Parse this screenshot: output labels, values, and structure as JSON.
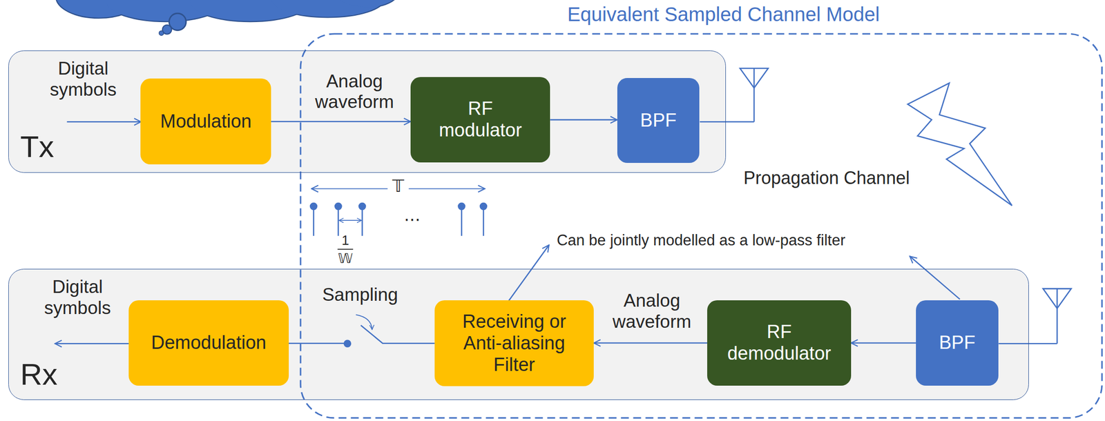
{
  "diagram": {
    "nodes": [
      {
        "text": [
          "Equivalent Sampled Channel Model"
        ]
      },
      {
        "text": [
          "Tx"
        ]
      },
      {
        "text": [
          "Modulation"
        ],
        "in": 1
      },
      {
        "text": [
          "RF modulator"
        ],
        "in": 1
      },
      {
        "text": [
          "BPF"
        ],
        "in": 1
      },
      {
        "text": [
          "Rx"
        ]
      },
      {
        "text": [
          "Demodulation"
        ],
        "in": 5
      },
      {
        "text": [
          "Receiving or Anti-aliasing Filter"
        ],
        "in": 5
      },
      {
        "text": [
          "RF demodulator"
        ],
        "in": 5
      },
      {
        "text": [
          "BPF"
        ],
        "in": 5
      }
    ],
    "edges": [
      {
        "from": 2,
        "to": 3,
        "arrow": "to",
        "label": "Analog waveform"
      },
      {
        "from": 3,
        "to": 4,
        "arrow": "to"
      },
      {
        "from": 9,
        "to": 8,
        "arrow": "to"
      },
      {
        "from": 8,
        "to": 7,
        "arrow": "to",
        "label": "Analog waveform"
      },
      {
        "from": 7,
        "to": 6,
        "arrow": "none",
        "label": "Sampling"
      }
    ],
    "labels": [
      "Digital symbols",
      "Propagation Channel",
      "𝕋",
      "⋯",
      "1",
      "𝕎",
      "Can be jointly modelled as a low-pass filter",
      "Digital symbols"
    ]
  }
}
